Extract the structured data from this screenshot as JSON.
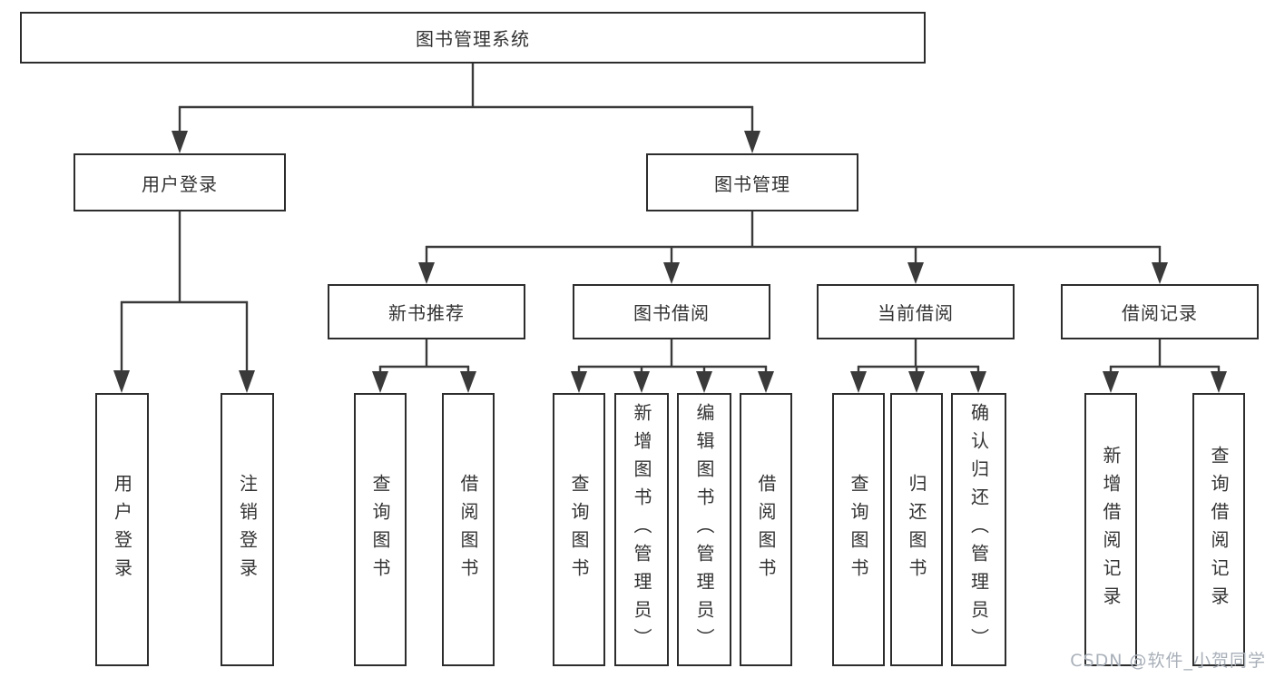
{
  "diagram_type": "hierarchy-tree",
  "tree": {
    "label": "图书管理系统",
    "children": [
      {
        "label": "用户登录",
        "children": [
          {
            "label": "用户登录"
          },
          {
            "label": "注销登录"
          }
        ]
      },
      {
        "label": "图书管理",
        "children": [
          {
            "label": "新书推荐",
            "children": [
              {
                "label": "查询图书"
              },
              {
                "label": "借阅图书"
              }
            ]
          },
          {
            "label": "图书借阅",
            "children": [
              {
                "label": "查询图书"
              },
              {
                "label": "新增图书（管理员）"
              },
              {
                "label": "编辑图书（管理员）"
              },
              {
                "label": "借阅图书"
              }
            ]
          },
          {
            "label": "当前借阅",
            "children": [
              {
                "label": "查询图书"
              },
              {
                "label": "归还图书"
              },
              {
                "label": "确认归还（管理员）"
              }
            ]
          },
          {
            "label": "借阅记录",
            "children": [
              {
                "label": "新增借阅记录"
              },
              {
                "label": "查询借阅记录"
              }
            ]
          }
        ]
      }
    ]
  },
  "watermark": {
    "label": "CSDN @软件_小贺同学"
  },
  "colors": {
    "line": "#3a3a3a",
    "box_border": "#2d2d2d",
    "text": "#333333",
    "watermark_text": "#a9b0b9",
    "background": "#ffffff"
  }
}
